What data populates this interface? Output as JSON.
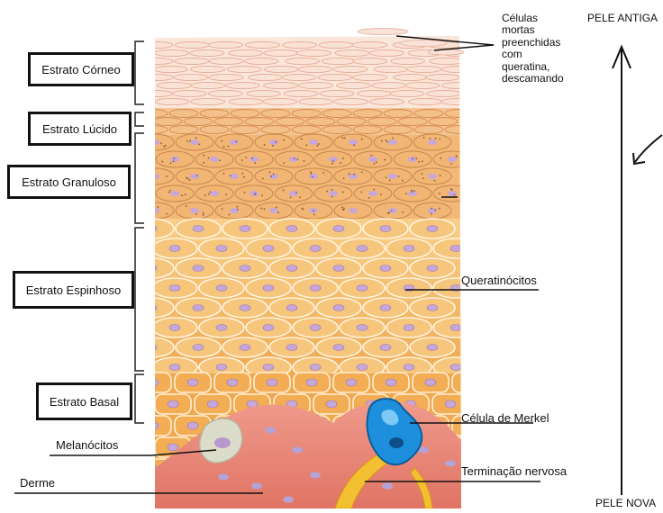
{
  "layers": {
    "corneo": "Estrato Córneo",
    "lucido": "Estrato Lúcido",
    "granuloso": "Estrato Granuloso",
    "espinhoso": "Estrato Espinhoso",
    "basal": "Estrato Basal"
  },
  "annotations": {
    "dead_cells": "Células\nmortas\npreenchidas\ncom\nqueratina,\ndescamando",
    "keratinocytes": "Queratinócitos",
    "merkel": "Célula de Merkel",
    "nerve_ending": "Terminação nervosa",
    "melanocytes": "Melanócitos",
    "dermis": "Derme"
  },
  "axis": {
    "top": "PELE ANTIGA",
    "bottom": "PELE NOVA"
  },
  "colors": {
    "corneum": "#f6d6c8",
    "lucidum": "#f2b77e",
    "granulosum": "#f0b070",
    "spinosum": "#f5c070",
    "basal": "#f3b15a",
    "nucleus": "#c7a6d9",
    "dermis": "#e9857a",
    "merkel": "#1d8fd8",
    "nerve": "#f2c030",
    "melanocyte": "#d9dcc8"
  }
}
